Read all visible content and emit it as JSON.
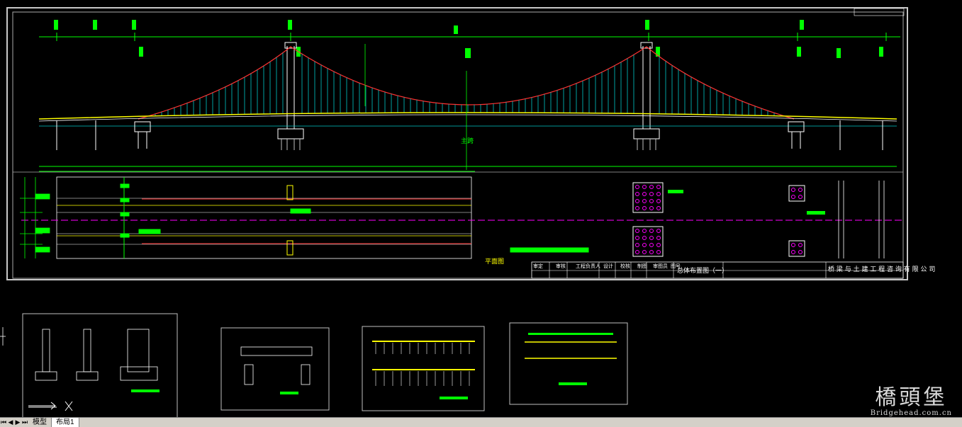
{
  "drawing": {
    "title_block_row1": [
      "审定",
      "审核",
      "工程负责人",
      "设计",
      "校核",
      "制图",
      "审图员",
      "图号"
    ],
    "drawing_title": "总体布置图（一）",
    "company": "桥 梁 与 土 建 工 程 咨 询 有 限 公 司",
    "main_span_label": "主跨",
    "plan_label": "平面图"
  },
  "layout_tabs": {
    "nav": [
      "⏮",
      "◀",
      "▶",
      "⏭"
    ],
    "tabs": [
      {
        "label": "模型",
        "active": false
      },
      {
        "label": "布局1",
        "active": true
      }
    ]
  },
  "watermark": {
    "title": "橋頭堡",
    "url": "Bridgehead.com.cn"
  },
  "colors": {
    "background": "#000000",
    "frame": "#c0c0c0",
    "dimension": "#00ff00",
    "cable": "#ff3030",
    "hanger": "#00ffff",
    "deck": "#ffff00",
    "centerline": "#ff00ff"
  }
}
